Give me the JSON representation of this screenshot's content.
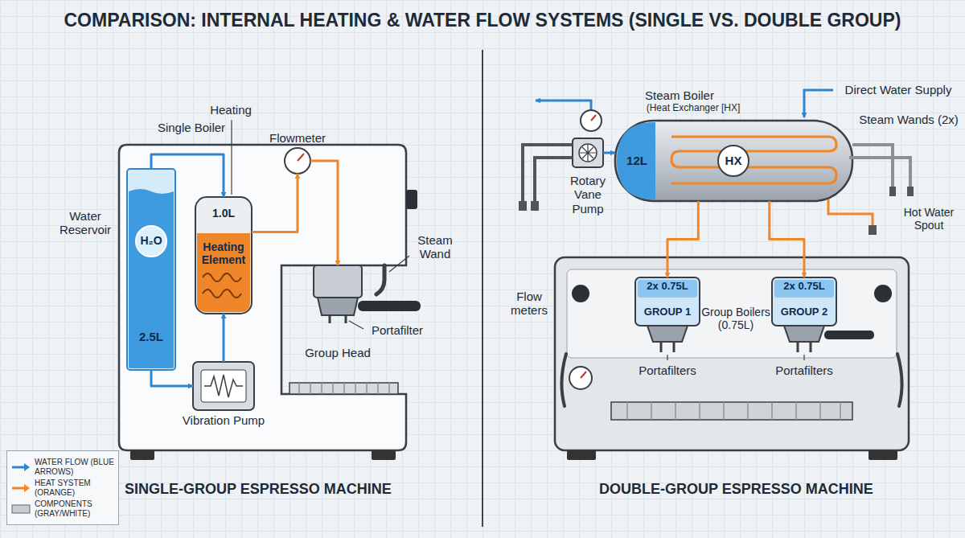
{
  "diagram": {
    "title": "COMPARISON: INTERNAL HEATING & WATER FLOW SYSTEMS (SINGLE VS. DOUBLE GROUP)",
    "nodes": [
      {
        "text": [
          "Water Reservoir",
          "H₂O",
          "2.5L"
        ]
      },
      {
        "text": [
          "Single Boiler",
          "1.0L",
          "Heating Element"
        ]
      },
      {
        "text": [
          "Flowmeter"
        ]
      },
      {
        "text": [
          "Vibration Pump"
        ]
      },
      {
        "text": [
          "Group Head"
        ]
      },
      {
        "text": [
          "Steam Boiler",
          "(Heat Exchanger [HX]",
          "12L",
          "HX"
        ]
      },
      {
        "text": [
          "Rotary Vane Pump"
        ]
      },
      {
        "text": [
          "2x 0.75L",
          "GROUP 1"
        ]
      },
      {
        "text": [
          "2x 0.75L",
          "GROUP 2"
        ]
      }
    ],
    "edges": [
      {
        "from": 0,
        "to": 1,
        "arrow": "to"
      },
      {
        "from": 0,
        "to": 3,
        "arrow": "to"
      },
      {
        "from": 3,
        "to": 1,
        "arrow": "to"
      },
      {
        "from": 1,
        "to": 2,
        "arrow": "to"
      },
      {
        "from": 2,
        "to": 4,
        "arrow": "to"
      },
      {
        "from": 6,
        "to": 5,
        "arrow": "to"
      },
      {
        "from": 5,
        "to": 7,
        "arrow": "to"
      },
      {
        "from": 5,
        "to": 8,
        "arrow": "to"
      }
    ],
    "labels": [
      "Heating",
      "Steam Wand",
      "Portafilter",
      "Direct Water Supply",
      "Steam Wands (2x)",
      "Hot Water Spout",
      "Flow meters",
      "Group Boilers (0.75L)",
      "Portafilters",
      "Portafilters",
      "SINGLE-GROUP ESPRESSO MACHINE",
      "DOUBLE-GROUP ESPRESSO MACHINE"
    ],
    "legend": [
      {
        "text": "WATER FLOW (BLUE ARROWS)",
        "color": "#2f86d0"
      },
      {
        "text": "HEAT SYSTEM (ORANGE)",
        "color": "#f0862a"
      },
      {
        "text": "COMPONENTS (GRAY/WHITE)",
        "color": "#c9ced4"
      }
    ]
  }
}
